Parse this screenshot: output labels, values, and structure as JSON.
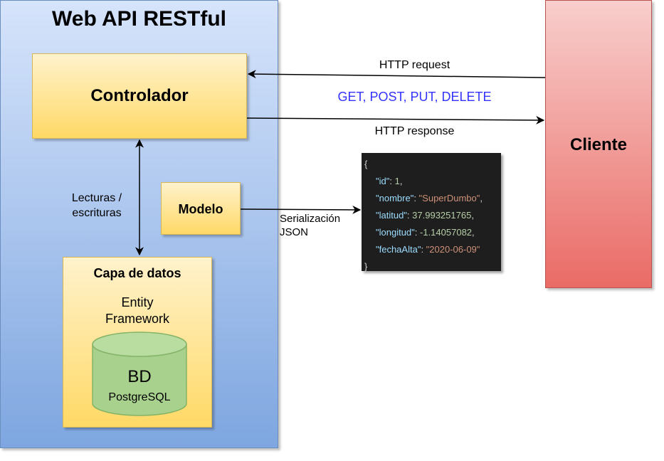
{
  "api": {
    "title": "Web API RESTful"
  },
  "controlador": {
    "label": "Controlador"
  },
  "modelo": {
    "label": "Modelo"
  },
  "capa_datos": {
    "label": "Capa de datos",
    "framework_line1": "Entity",
    "framework_line2": "Framework",
    "db": {
      "label": "BD",
      "engine": "PostgreSQL"
    }
  },
  "lecturas": {
    "line1": "Lecturas /",
    "line2": "escrituras"
  },
  "cliente": {
    "label": "Cliente"
  },
  "http": {
    "request": "HTTP request",
    "verbs": "GET, POST, PUT, DELETE",
    "response": "HTTP response"
  },
  "serializacion": {
    "line1": "Serialización",
    "line2": "JSON"
  },
  "json_sample": {
    "open": "{",
    "close": "}",
    "fields": [
      {
        "key": "\"id\"",
        "value": "1",
        "type": "number",
        "trail": ","
      },
      {
        "key": "\"nombre\"",
        "value": "\"SuperDumbo\"",
        "type": "string",
        "trail": ","
      },
      {
        "key": "\"latitud\"",
        "value": "37.993251765",
        "type": "number",
        "trail": ","
      },
      {
        "key": "\"longitud\"",
        "value": "-1.14057082",
        "type": "number",
        "trail": ","
      },
      {
        "key": "\"fechaAlta\"",
        "value": "\"2020-06-09\"",
        "type": "string",
        "trail": ""
      }
    ]
  },
  "colors": {
    "api_fill_top": "#d6e4fb",
    "api_fill_bottom": "#7ea6e0",
    "yellow_top": "#fff2cc",
    "yellow_bottom": "#ffd966",
    "cliente_top": "#f8cecc",
    "cliente_bottom": "#ea6b66",
    "db_fill": "#a9d18e",
    "verbs_text": "#3333ff",
    "json_bg": "#1e1e1e"
  }
}
